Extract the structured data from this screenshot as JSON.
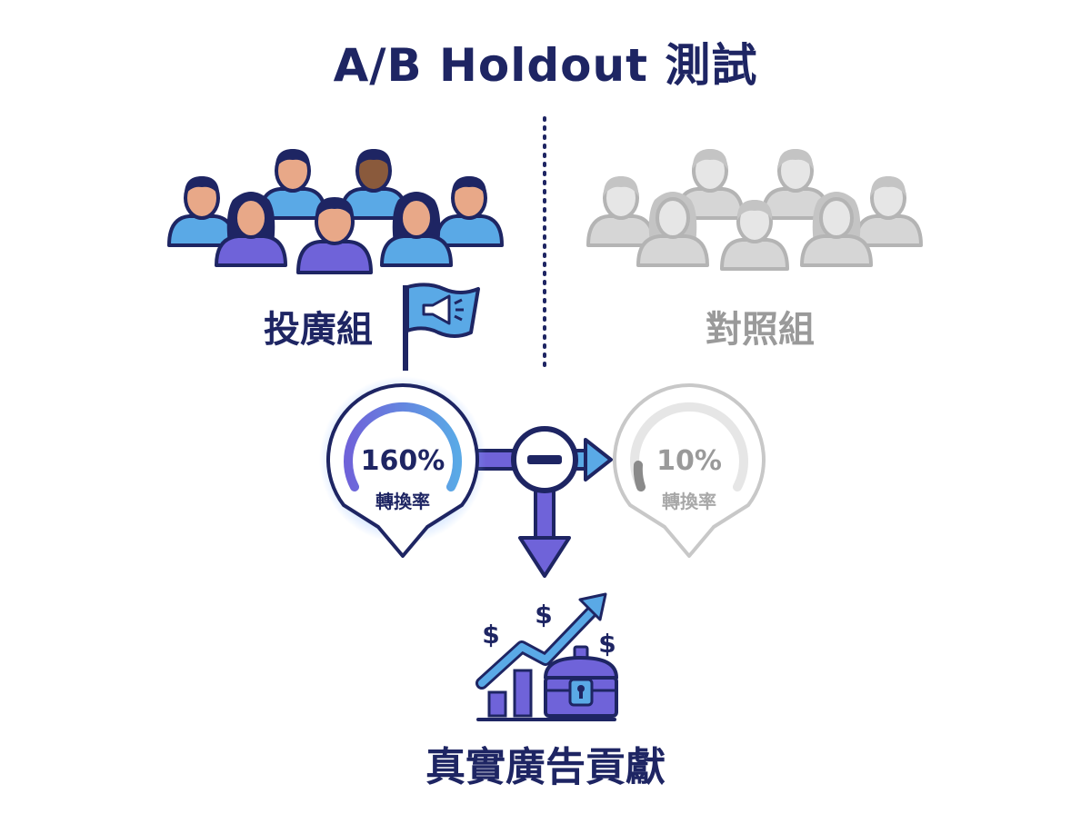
{
  "title": "A/B Holdout 測試",
  "treatment": {
    "label": "投廣組",
    "metric_value": "160%",
    "metric_label": "轉換率"
  },
  "control": {
    "label": "對照組",
    "metric_value": "10%",
    "metric_label": "轉換率"
  },
  "result": {
    "label": "真實廣告貢獻",
    "currency_symbols": [
      "$",
      "$",
      "$"
    ]
  },
  "colors": {
    "navy": "#1e2563",
    "blue": "#5aa9e6",
    "purple": "#6f63d9",
    "gray": "#bdbdbd",
    "skin": "#e8a888"
  },
  "icons": [
    "people-group-icon",
    "megaphone-flag-icon",
    "minus-icon",
    "arrow-right-icon",
    "arrow-down-icon",
    "growth-chart-icon",
    "treasure-chest-icon",
    "dollar-icon"
  ]
}
